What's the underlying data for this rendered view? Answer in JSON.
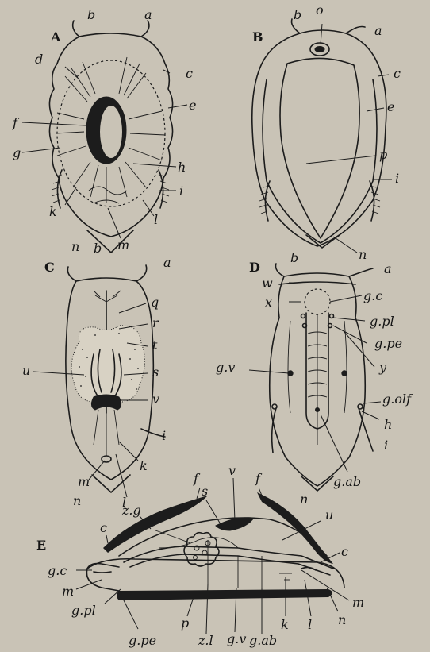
{
  "panels": {
    "A": {
      "title": "A",
      "labels": {
        "a": "a",
        "b": "b",
        "c": "c",
        "d": "d",
        "e": "e",
        "f": "f",
        "g": "g",
        "h": "h",
        "i": "i",
        "k": "k",
        "l": "l",
        "m": "m",
        "n": "n"
      }
    },
    "B": {
      "title": "B",
      "labels": {
        "a": "a",
        "b": "b",
        "c": "c",
        "e": "e",
        "i": "i",
        "n": "n",
        "o": "o",
        "p": "p"
      }
    },
    "C": {
      "title": "C",
      "labels": {
        "a": "a",
        "b": "b",
        "i": "i",
        "k": "k",
        "l": "l",
        "m": "m",
        "n": "n",
        "q": "q",
        "r": "r",
        "s": "s",
        "t": "t",
        "u": "u",
        "v": "v"
      }
    },
    "D": {
      "title": "D",
      "labels": {
        "a": "a",
        "b": "b",
        "gc": "g.c",
        "gpl": "g.pl",
        "gpe": "g.pe",
        "gv": "g.v",
        "golf": "g.olf",
        "gab": "g.ab",
        "h": "h",
        "i": "i",
        "n": "n",
        "w": "w",
        "x": "x",
        "y": "y"
      }
    },
    "E": {
      "title": "E",
      "labels": {
        "f1": "f",
        "f2": "f",
        "v": "v",
        "s": "s",
        "zg": "z.g",
        "u": "u",
        "c1": "c",
        "c2": "c",
        "gc": "g.c",
        "m1": "m",
        "m2": "m",
        "gpl": "g.pl",
        "gpe": "g.pe",
        "p": "p",
        "zl": "z.l",
        "gv": "g.v",
        "gab": "g.ab",
        "k": "k",
        "l": "l",
        "n": "n"
      }
    }
  }
}
